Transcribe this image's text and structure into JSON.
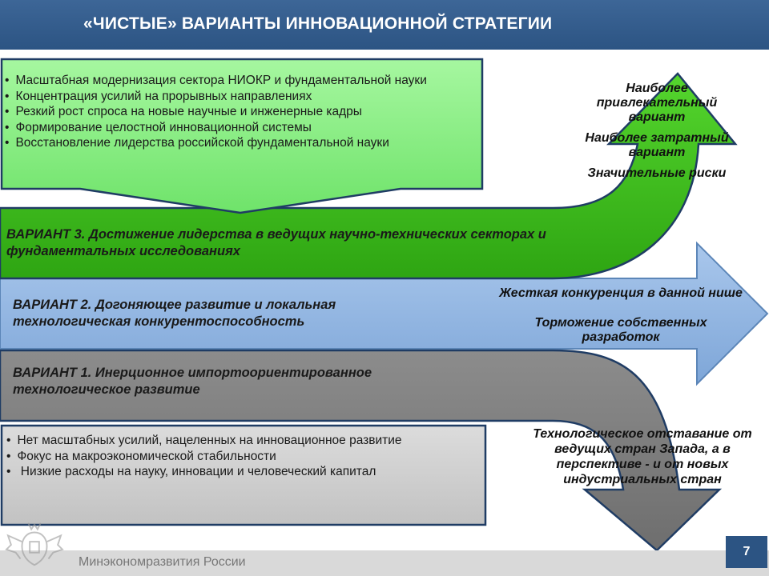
{
  "header": {
    "title": "«ЧИСТЫЕ» ВАРИАНТЫ ИННОВАЦИОННОЙ СТРАТЕГИИ"
  },
  "top_box": {
    "items": [
      "Масштабная  модернизация  сектора НИОКР и фундаментальной  науки",
      "Концентрация  усилий на прорывных  направлениях",
      "Резкий рост спроса на новые научные и инженерные кадры",
      "Формирование  целостной  инновационной  системы",
      "Восстановление  лидерства российской фундаментальной науки"
    ]
  },
  "variant3": {
    "label": "ВАРИАНТ 3. Достижение лидерства в ведущих научно-технических секторах и фундаментальных исследованиях"
  },
  "variant2": {
    "label": "ВАРИАНТ 2. Догоняющее развитие и локальная технологическая конкурентоспособность"
  },
  "variant1": {
    "label": "ВАРИАНТ 1. Инерционное импортоориентированное технологическое развитие"
  },
  "bottom_box": {
    "items": [
      "Нет масштабных усилий, нацеленных на инновационное развитие",
      "Фокус на макроэкономической  стабильности",
      " Низкие расходы на науку, инновации и человеческий капитал"
    ]
  },
  "notes": {
    "up_1": "Наиболее привлекательный вариант",
    "up_2": "Наиболее затратный вариант",
    "up_3": "Значительные риски",
    "mid_1": "Жесткая конкуренция в данной нише",
    "mid_2": "Торможение собственных разработок",
    "down_1": "Технологическое отставание от ведущих стран Запада, а в перспективе - и от новых индустриальных стран"
  },
  "footer": {
    "ministry": "Минэкономразвития России",
    "page_number": "7"
  },
  "colors": {
    "header": "#2c5483",
    "green": "#3ec01e",
    "light_green": "#8ff08a",
    "blue": "#8db4e2",
    "gray": "#808080",
    "light_gray": "#d0d0d0",
    "outline": "#1f3c64"
  },
  "icons": {
    "emblem": "coat-of-arms-icon"
  }
}
